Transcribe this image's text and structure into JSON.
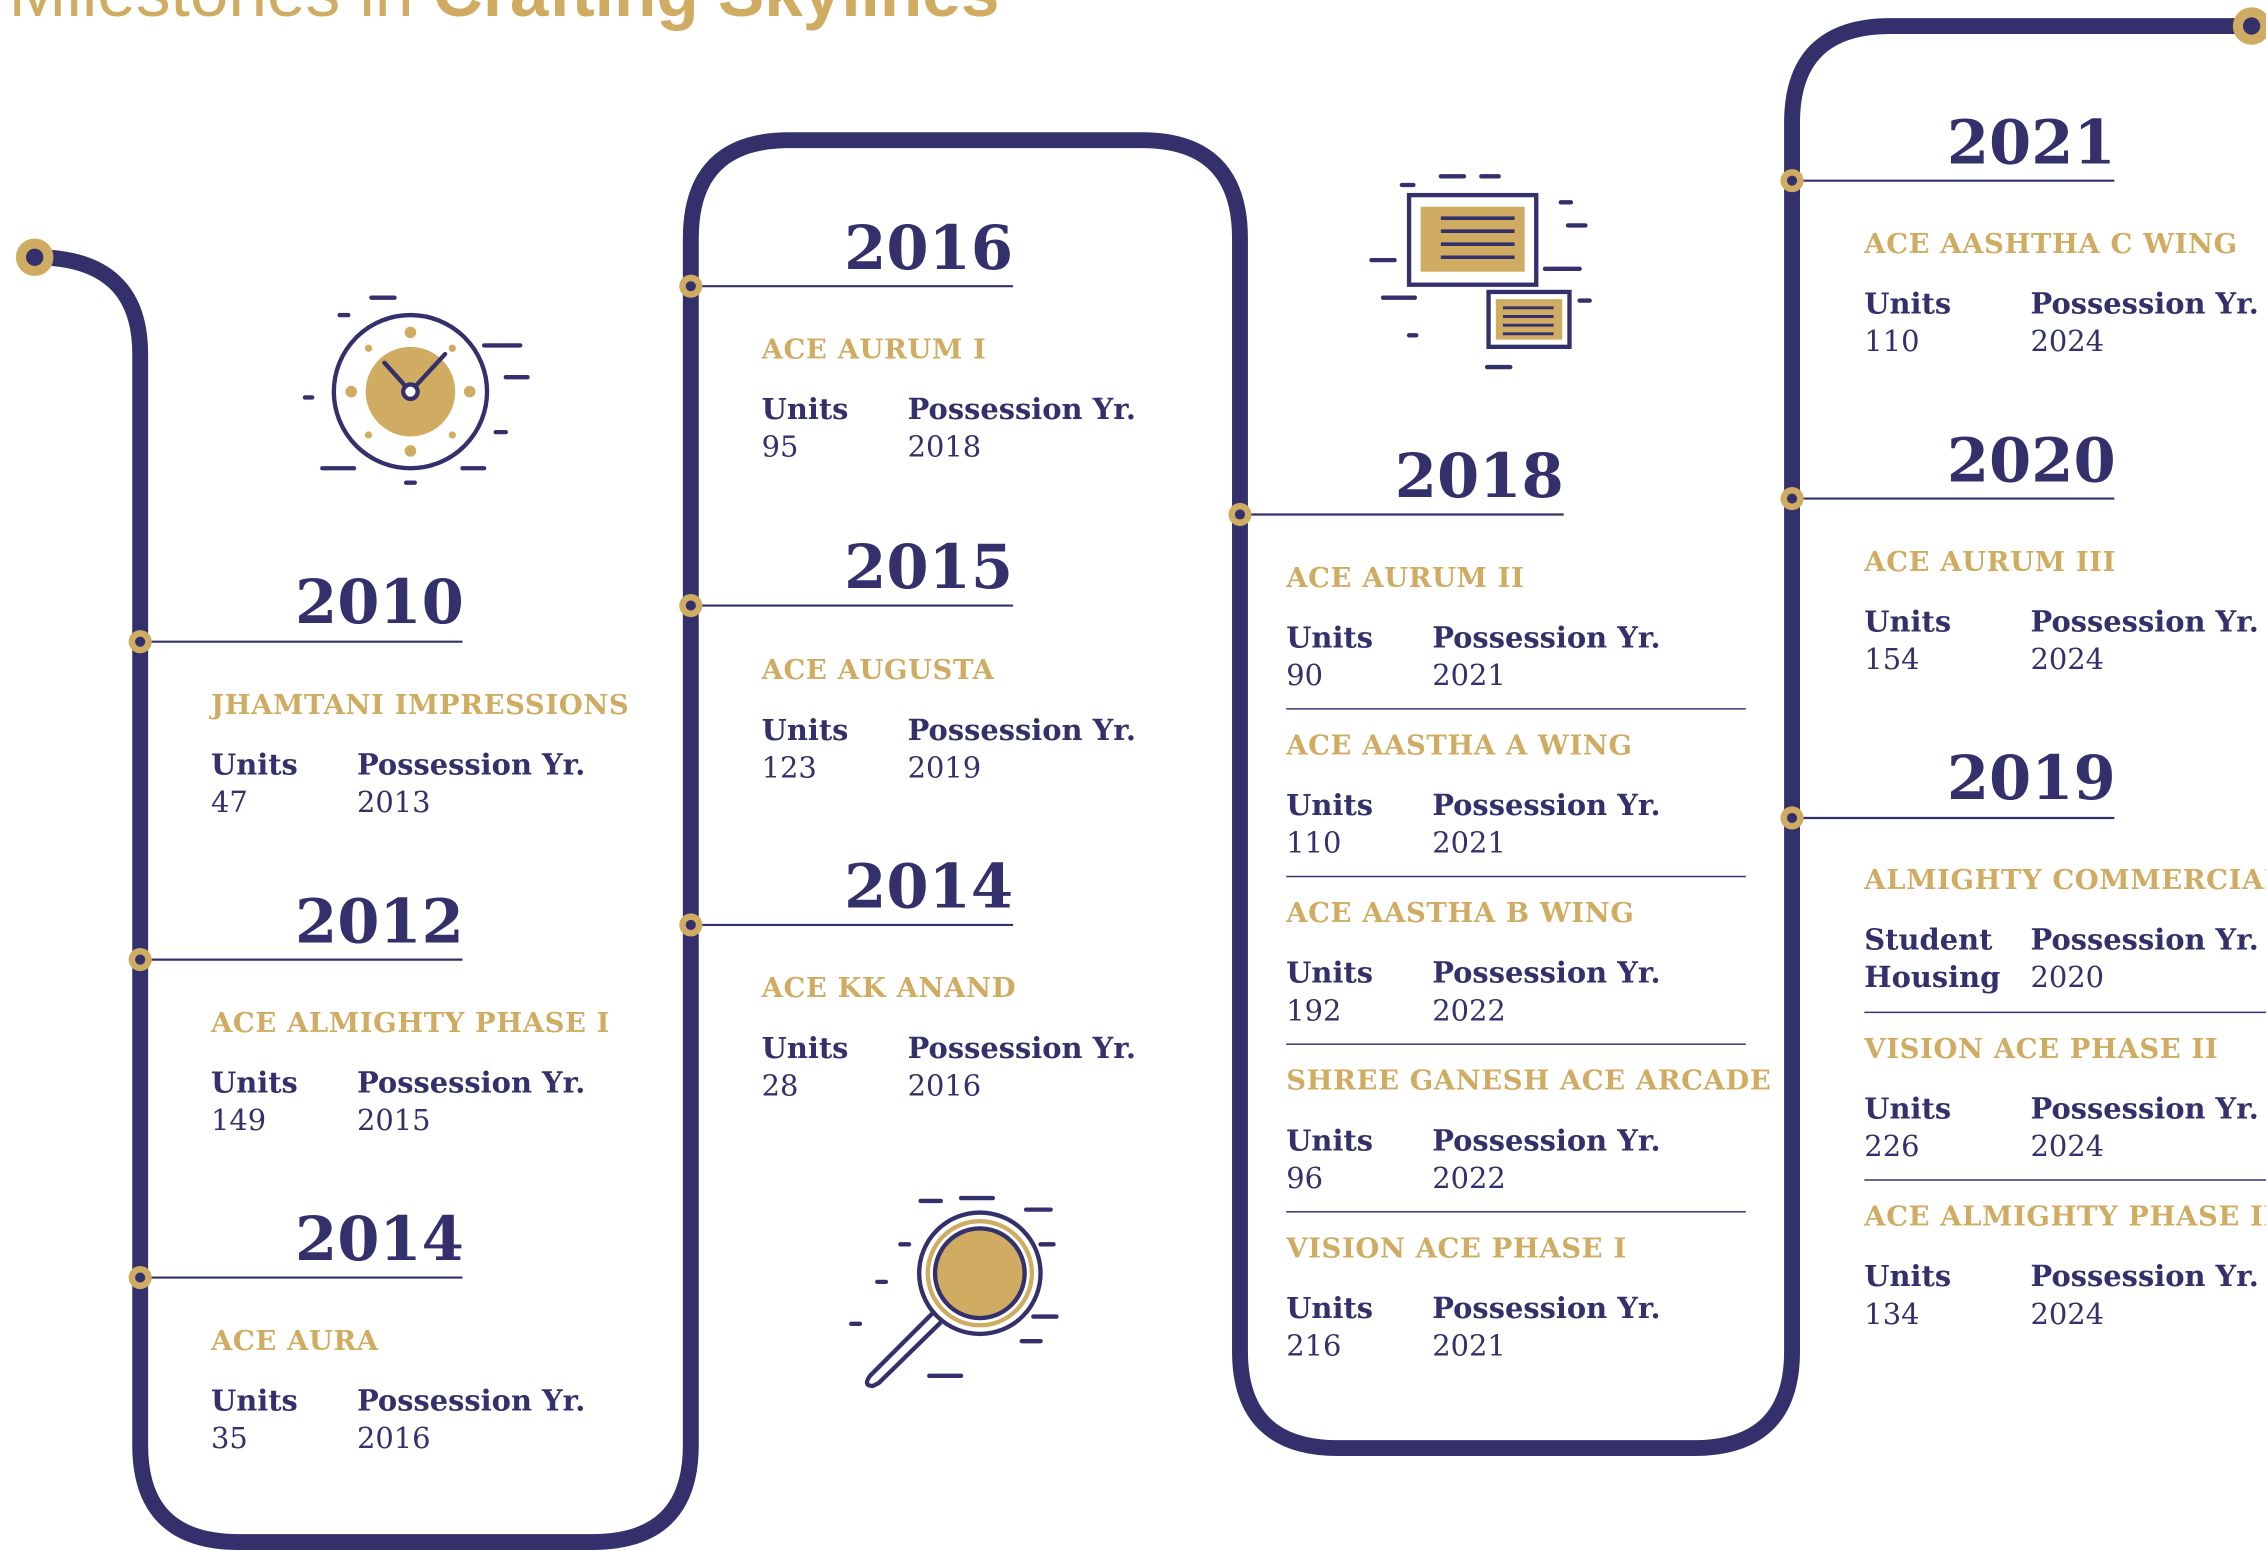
{
  "colors": {
    "navy": "#33306b",
    "gold": "#d0ac62"
  },
  "heading": {
    "prefix": "Milestones in ",
    "accent": "Crafting Skylines"
  },
  "labels": {
    "units": "Units",
    "possession": "Possession Yr."
  },
  "icons": [
    "clock-icon",
    "magnifier-icon",
    "documents-icon"
  ],
  "timeline": [
    {
      "year": "2010",
      "projects": [
        {
          "name": "JHAMTANI IMPRESSIONS",
          "units": "47",
          "possession": "2013"
        }
      ]
    },
    {
      "year": "2012",
      "projects": [
        {
          "name": "ACE ALMIGHTY PHASE I",
          "units": "149",
          "possession": "2015"
        }
      ]
    },
    {
      "year": "2014",
      "projects": [
        {
          "name": "ACE AURA",
          "units": "35",
          "possession": "2016"
        }
      ]
    },
    {
      "year": "2016",
      "projects": [
        {
          "name": "ACE AURUM I",
          "units": "95",
          "possession": "2018"
        }
      ]
    },
    {
      "year": "2015",
      "projects": [
        {
          "name": "ACE AUGUSTA",
          "units": "123",
          "possession": "2019"
        }
      ]
    },
    {
      "year": "2014",
      "projects": [
        {
          "name": "ACE KK ANAND",
          "units": "28",
          "possession": "2016"
        }
      ]
    },
    {
      "year": "2018",
      "projects": [
        {
          "name": "ACE AURUM II",
          "units": "90",
          "possession": "2021"
        },
        {
          "name": "ACE AASTHA A WING",
          "units": "110",
          "possession": "2021"
        },
        {
          "name": "ACE AASTHA B WING",
          "units": "192",
          "possession": "2022"
        },
        {
          "name": "SHREE GANESH ACE ARCADE",
          "units": "96",
          "possession": "2022"
        },
        {
          "name": "VISION ACE PHASE I",
          "units": "216",
          "possession": "2021"
        }
      ]
    },
    {
      "year": "2021",
      "projects": [
        {
          "name": "ACE AASHTHA C WING",
          "units": "110",
          "possession": "2024"
        }
      ]
    },
    {
      "year": "2020",
      "projects": [
        {
          "name": "ACE AURUM III",
          "units": "154",
          "possession": "2024"
        }
      ]
    },
    {
      "year": "2019",
      "projects": [
        {
          "name": "ALMIGHTY COMMERCIAL",
          "units_line1": "Student",
          "units_line2": "Housing",
          "possession": "2020"
        },
        {
          "name": "VISION ACE PHASE II",
          "units": "226",
          "possession": "2024"
        },
        {
          "name": "ACE ALMIGHTY PHASE II",
          "units": "134",
          "possession": "2024"
        }
      ]
    }
  ]
}
